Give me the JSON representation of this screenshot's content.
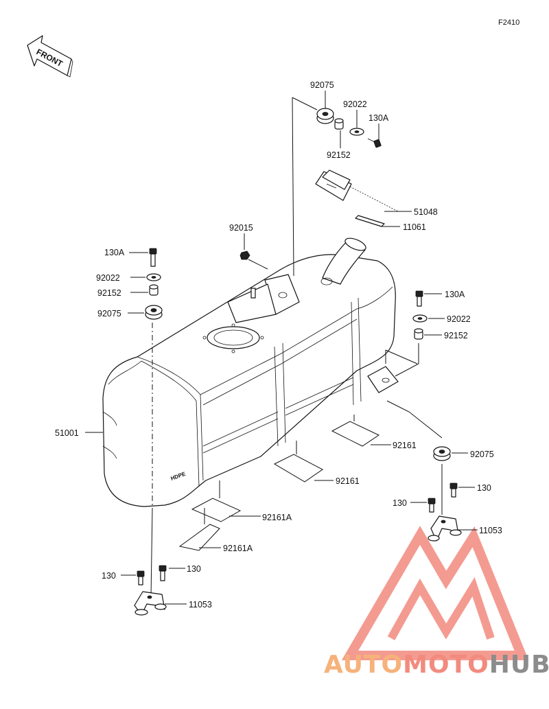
{
  "figure_code": "F2410",
  "front_label": "FRONT",
  "tank_label": "HDPE",
  "watermark": {
    "text_a": "AUTO",
    "text_b": "MOTO",
    "text_c": "HUB",
    "color_primary": "#f28a7e",
    "color_accent": "#f6b27a",
    "color_dark": "#8c8c8c"
  },
  "labels": {
    "top_grommet": "92075",
    "top_washer": "92022",
    "top_bolt": "130A",
    "top_collar": "92152",
    "cap_top": "51048",
    "cap_gasket": "11061",
    "nut": "92015",
    "left_bolt": "130A",
    "left_washer": "92022",
    "left_collar": "92152",
    "left_grommet": "92075",
    "right_bolt": "130A",
    "right_washer": "92022",
    "right_collar": "92152",
    "right_grommet": "92075",
    "tank": "51001",
    "pad_right": "92161",
    "pad_middle": "92161",
    "pad_a1": "92161A",
    "pad_a2": "92161A",
    "rb_bolt_right": "130",
    "rb_bolt_left": "130",
    "rb_bracket": "11053",
    "lb_bolt_left": "130",
    "lb_bolt_right": "130",
    "lb_bracket": "11053"
  }
}
